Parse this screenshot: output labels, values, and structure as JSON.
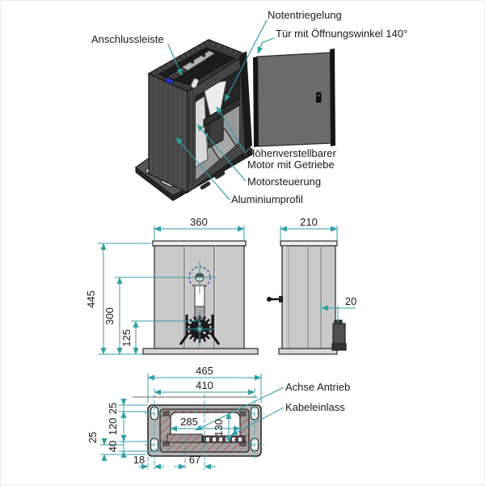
{
  "colors": {
    "dimension_teal": "#2f9fa8",
    "hatch_red": "#cf2020",
    "axis_blue": "#3d3d8f",
    "ground_gray": "#9a9a9a"
  },
  "iso_view": {
    "labels": {
      "anschlussleiste": "Anschlussleiste",
      "notentriegelung": "Notentriegelung",
      "tuer": "Tür mit Öffnungswinkel 140°",
      "motor_line1": "Höhenverstellbarer",
      "motor_line2": "Motor mit Getriebe",
      "motorsteuerung": "Motorsteuerung",
      "aluminiumprofil": "Aluminiumprofil"
    }
  },
  "front_view": {
    "dims": {
      "width": "360",
      "total_height": "445",
      "axis_height": "300",
      "sprocket_height": "125"
    }
  },
  "side_view": {
    "dims": {
      "depth": "210",
      "motor_offset": "20"
    }
  },
  "bottom_view": {
    "dims": {
      "outer_width": "465",
      "slot_span": "410",
      "opening_width": "285",
      "opening_height": "130",
      "top_margin": "25",
      "slot_span_vertical": "120",
      "lower_margin": "40",
      "outer_margin": "25",
      "slot_edge_offset": "18",
      "inlet_offset": "67"
    },
    "labels": {
      "achse_antrieb": "Achse Antrieb",
      "kabeleinlass": "Kabeleinlass"
    }
  }
}
